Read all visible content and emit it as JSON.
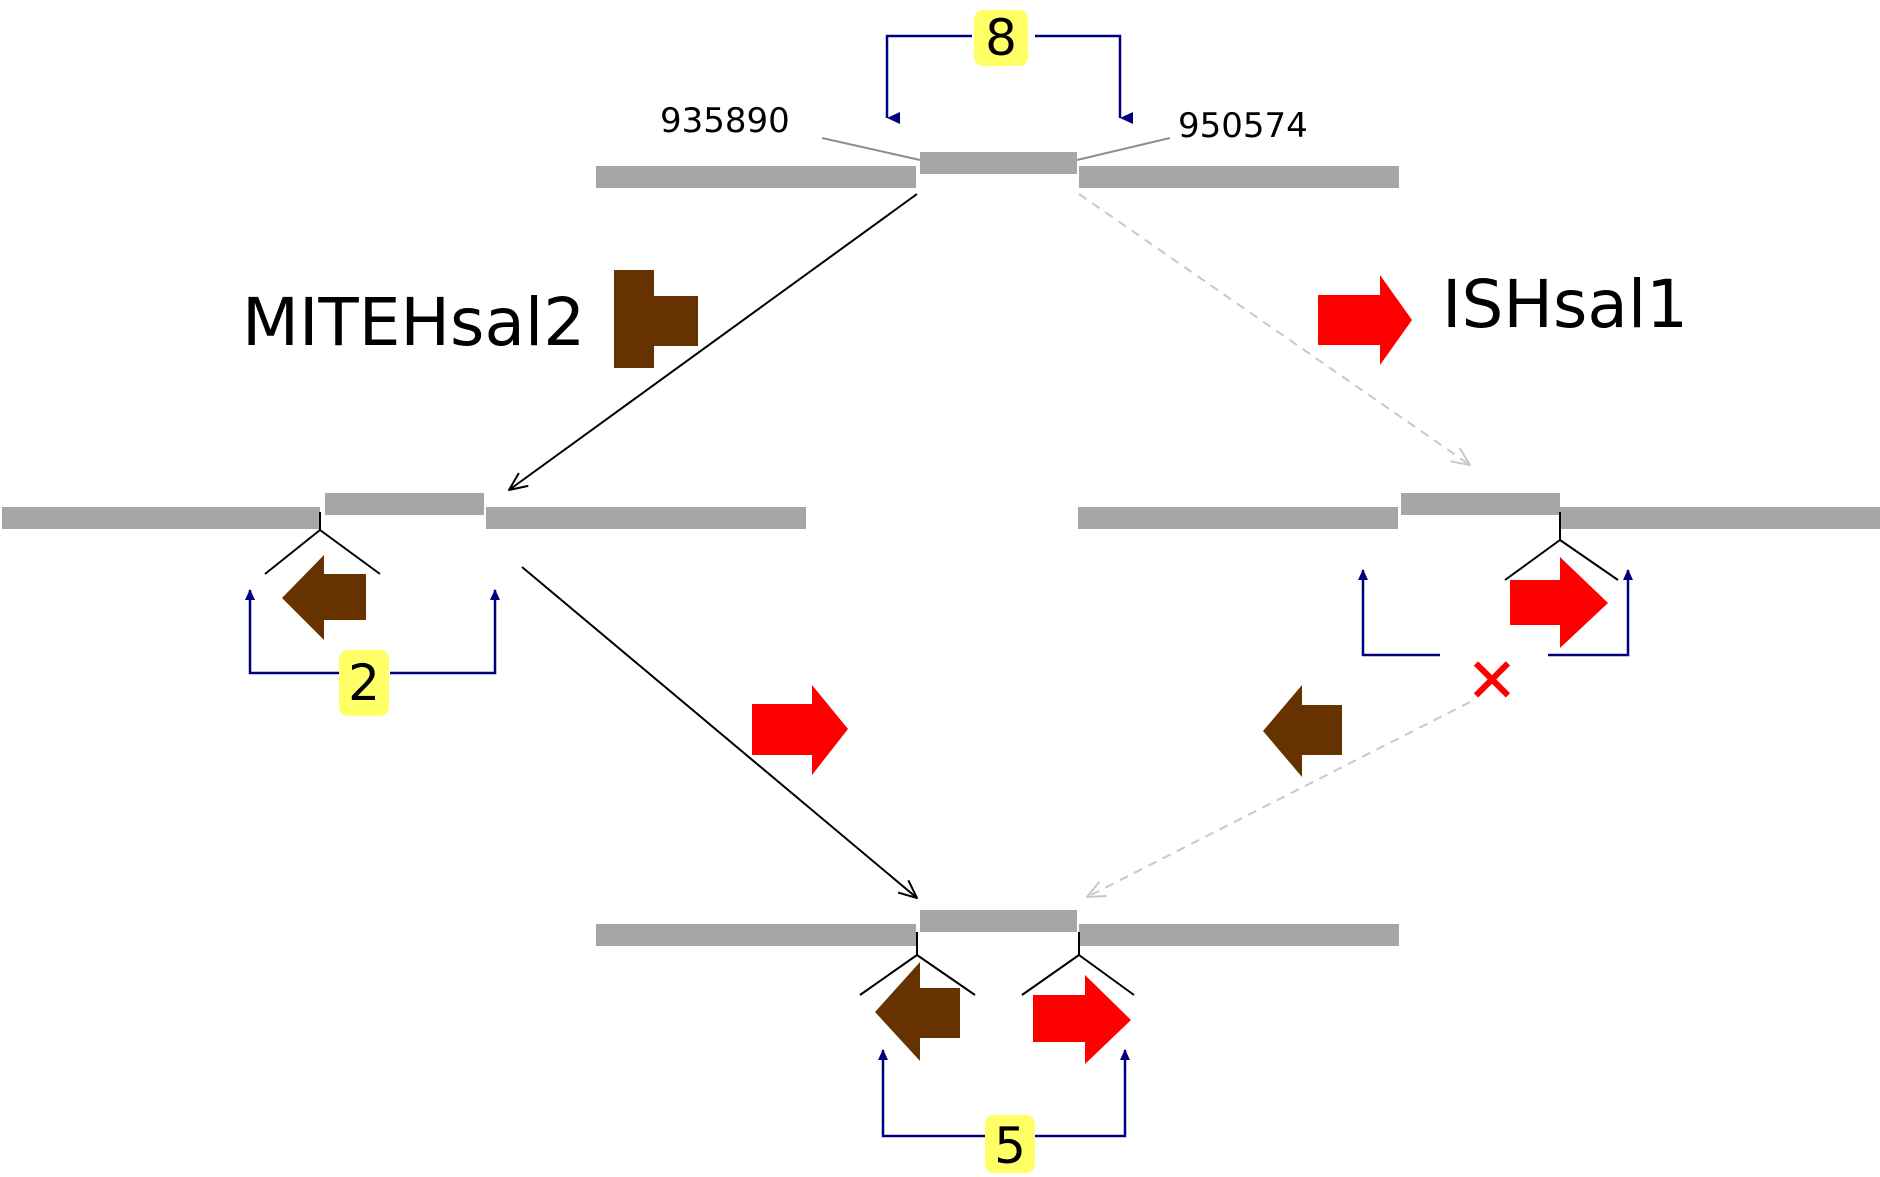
{
  "coordinates": {
    "left": "935890",
    "right": "950574"
  },
  "elements": {
    "mite": "MITEHsal2",
    "is": "ISHsal1"
  },
  "counts": {
    "top": "8",
    "middle_left": "2",
    "bottom": "5"
  },
  "absent_marker": "✕",
  "colors": {
    "chromosome": "#a6a6a6",
    "mite_arrow": "#663300",
    "is_arrow": "#ff0000",
    "bracket": "#000080",
    "count_bg": "#ffff66",
    "cross": "#ff0000",
    "dashed_path": "#c8c8c8"
  }
}
